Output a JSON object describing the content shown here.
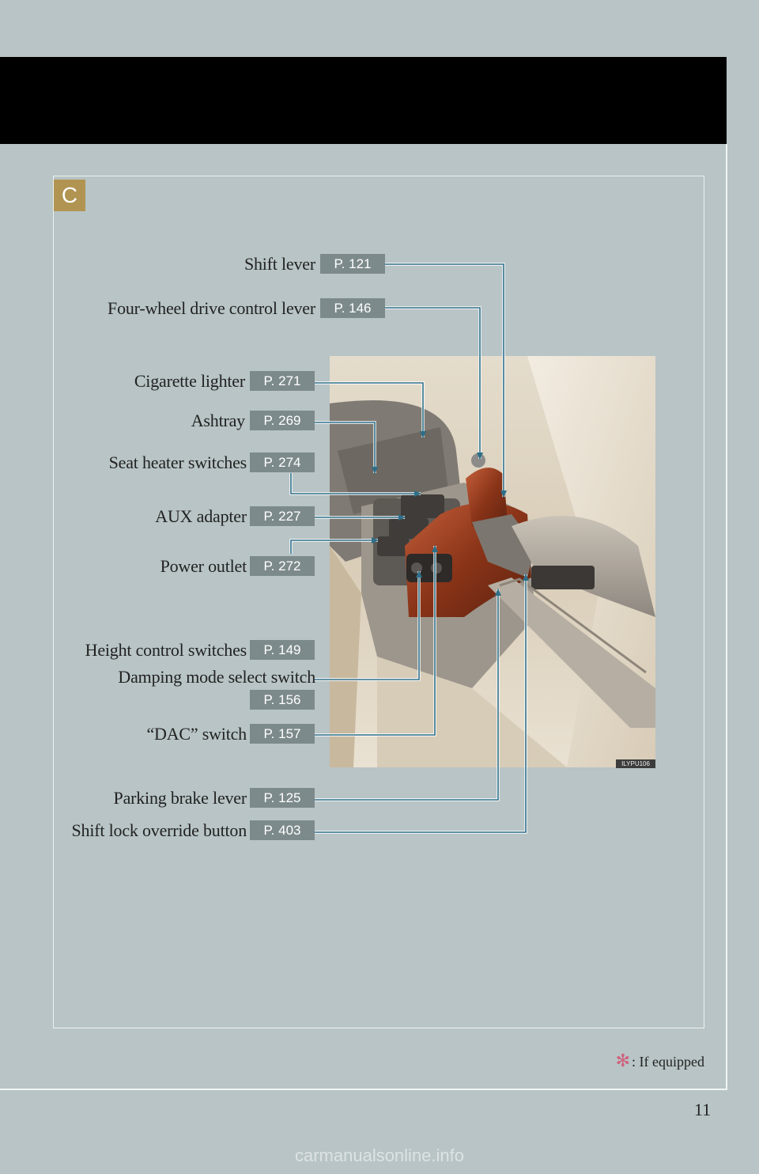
{
  "section": {
    "badge": "C"
  },
  "items": [
    {
      "id": "shift-lever",
      "label": "Shift lever",
      "page": "P. 121"
    },
    {
      "id": "four-wheel-drive-control-lever",
      "label": "Four-wheel drive control lever",
      "page": "P. 146"
    },
    {
      "id": "cigarette-lighter",
      "label": "Cigarette lighter",
      "page": "P. 271"
    },
    {
      "id": "ashtray",
      "label": "Ashtray",
      "page": "P. 269"
    },
    {
      "id": "seat-heater-switches",
      "label": "Seat heater switches",
      "page": "P. 274"
    },
    {
      "id": "aux-adapter",
      "label": "AUX adapter",
      "page": "P. 227"
    },
    {
      "id": "power-outlet",
      "label": "Power outlet",
      "page": "P. 272"
    },
    {
      "id": "height-control-switches",
      "label": "Height control switches",
      "page": "P. 149"
    },
    {
      "id": "damping-mode-select-switch",
      "label": "Damping mode select switch",
      "page": "P. 156"
    },
    {
      "id": "dac-switch",
      "label": "“DAC” switch",
      "page": "P. 157"
    },
    {
      "id": "parking-brake-lever",
      "label": "Parking brake lever",
      "page": "P. 125"
    },
    {
      "id": "shift-lock-override-button",
      "label": "Shift lock override button",
      "page": "P. 403"
    }
  ],
  "photo": {
    "code": "ILYPU106"
  },
  "footnote": {
    "star": "✻",
    "text": ": If equipped"
  },
  "page_number": "11",
  "watermark": "carmanualsonline.info",
  "colors": {
    "accent_badge": "#b19452",
    "page_box": "#7d8a8b",
    "leader_line": "#2e6f88",
    "background": "#b8c4c5"
  }
}
